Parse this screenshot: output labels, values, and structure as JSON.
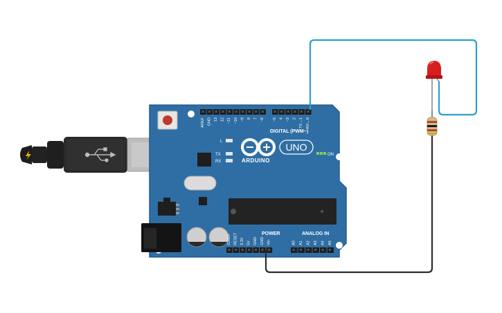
{
  "board": {
    "brand": "ARDUINO",
    "model": "UNO",
    "on_label": "ON",
    "digital_label": "DIGITAL (PWM~)",
    "power_label": "POWER",
    "analog_label": "ANALOG IN",
    "led_l": "L",
    "led_tx": "TX",
    "led_rx": "RX",
    "digital_pins": [
      "AREF",
      "GND",
      "13",
      "12",
      "~11",
      "~10",
      "~9",
      "8",
      "7",
      "~6",
      "~5",
      "4",
      "~3",
      "2",
      "TX→1",
      "RX←0"
    ],
    "power_pins": [
      "IOREF",
      "RESET",
      "3.3V",
      "5V",
      "GND",
      "GND",
      "Vin"
    ],
    "analog_pins": [
      "A0",
      "A1",
      "A2",
      "A3",
      "A4",
      "A5"
    ]
  },
  "components": {
    "usb_cable": "usb-b-cable",
    "led": "red-led",
    "resistor": "resistor"
  },
  "colors": {
    "board": "#2f6ea4",
    "board_edge": "#245a8a",
    "wire_signal": "#2a9fd0",
    "wire_ground": "#2b2b2b",
    "led": "#d81e1e"
  }
}
